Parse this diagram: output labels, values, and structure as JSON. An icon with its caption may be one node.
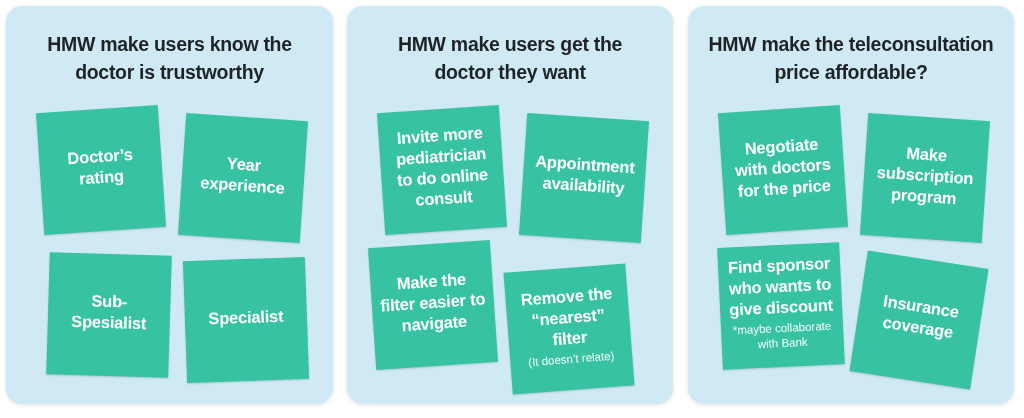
{
  "diagram": {
    "nodes": [
      {
        "text": [
          "HMW make users know the doctor is trustworthy"
        ]
      },
      {
        "text": [
          "Doctor’s rating"
        ],
        "in": 0
      },
      {
        "text": [
          "Year experience"
        ],
        "in": 0
      },
      {
        "text": [
          "Sub-Spesialist"
        ],
        "in": 0
      },
      {
        "text": [
          "Specialist"
        ],
        "in": 0
      },
      {
        "text": [
          "HMW make users get the doctor they want"
        ]
      },
      {
        "text": [
          "Invite more pediatrician to do online consult"
        ],
        "in": 5
      },
      {
        "text": [
          "Appointment availability"
        ],
        "in": 5
      },
      {
        "text": [
          "Make the filter easier to navigate"
        ],
        "in": 5
      },
      {
        "text": [
          "Remove the “nearest” filter",
          "(It doesn’t relate)"
        ],
        "in": 5
      },
      {
        "text": [
          "HMW make the teleconsultation price affordable?"
        ]
      },
      {
        "text": [
          "Negotiate with doctors for the price"
        ],
        "in": 10
      },
      {
        "text": [
          "Make subscription program"
        ],
        "in": 10
      },
      {
        "text": [
          "Find sponsor who wants to give discount",
          "*maybe collaborate with Bank"
        ],
        "in": 10
      },
      {
        "text": [
          "Insurance coverage"
        ],
        "in": 10
      }
    ],
    "edges": []
  }
}
